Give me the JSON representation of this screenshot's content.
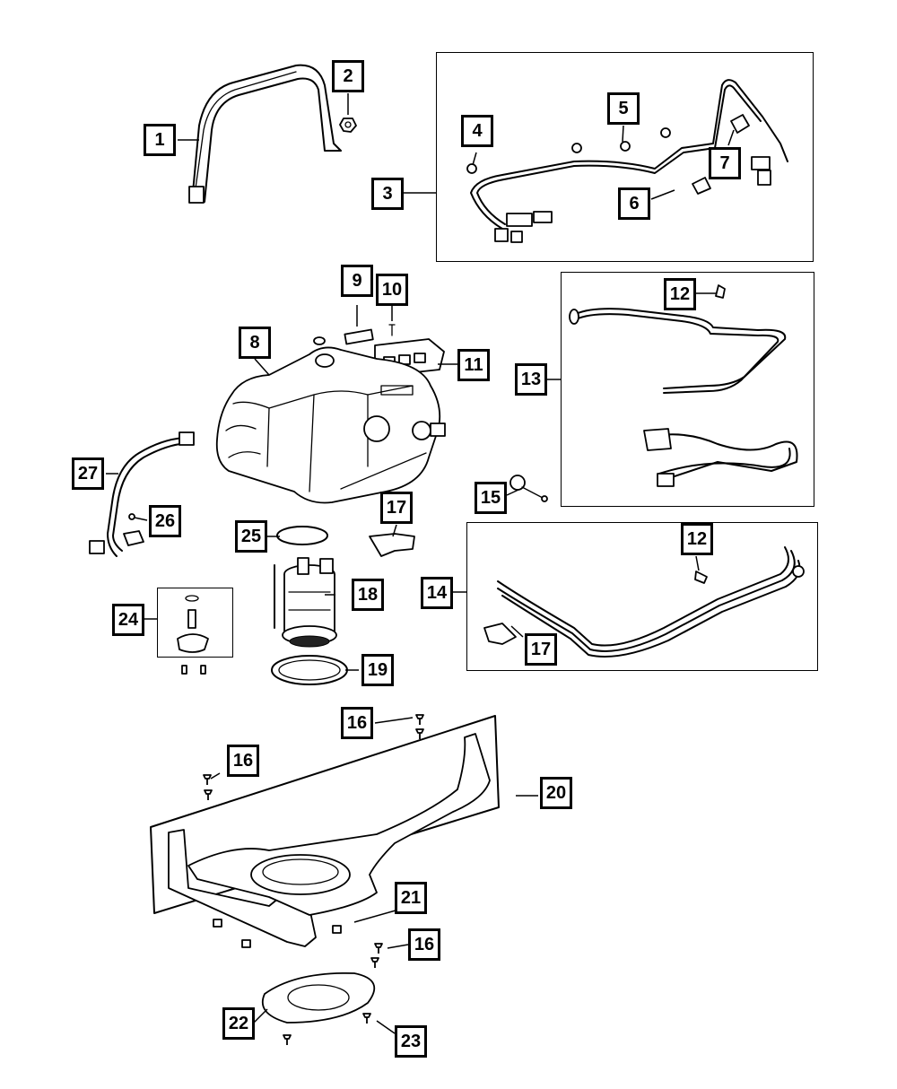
{
  "callouts": {
    "c1": "1",
    "c2": "2",
    "c3": "3",
    "c4": "4",
    "c5": "5",
    "c6": "6",
    "c7": "7",
    "c8": "8",
    "c9": "9",
    "c10": "10",
    "c11": "11",
    "c12a": "12",
    "c12b": "12",
    "c13": "13",
    "c14": "14",
    "c15": "15",
    "c16a": "16",
    "c16b": "16",
    "c16c": "16",
    "c17a": "17",
    "c17b": "17",
    "c18": "18",
    "c19": "19",
    "c20": "20",
    "c21": "21",
    "c22": "22",
    "c23": "23",
    "c24": "24",
    "c25": "25",
    "c26": "26",
    "c27": "27"
  }
}
